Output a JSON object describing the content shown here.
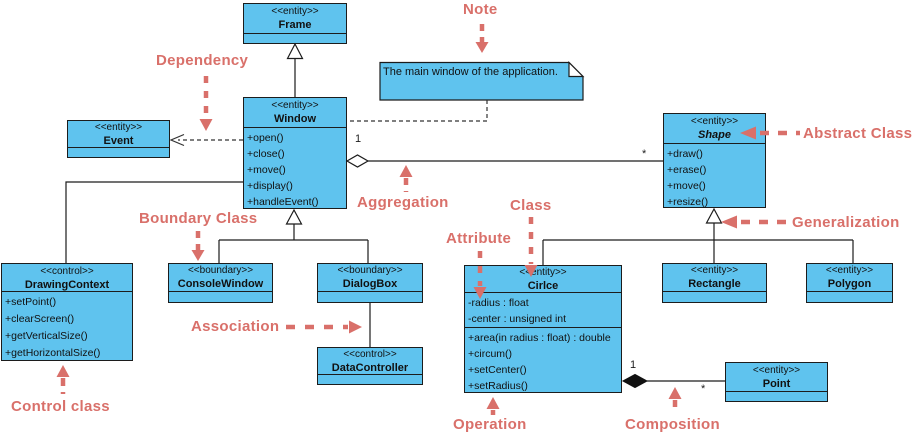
{
  "colors": {
    "class_fill": "#5FC3EE",
    "annotation_red": "#D9706A",
    "line": "#1c1c1c"
  },
  "classes": {
    "frame": {
      "stereotype": "<<entity>>",
      "name": "Frame"
    },
    "event": {
      "stereotype": "<<entity>>",
      "name": "Event"
    },
    "window": {
      "stereotype": "<<entity>>",
      "name": "Window",
      "operations": [
        "+open()",
        "+close()",
        "+move()",
        "+display()",
        "+handleEvent()"
      ]
    },
    "shape": {
      "stereotype": "<<entity>>",
      "name": "Shape",
      "operations": [
        "+draw()",
        "+erase()",
        "+move()",
        "+resize()"
      ]
    },
    "drawing_context": {
      "stereotype": "<<control>>",
      "name": "DrawingContext",
      "operations": [
        "+setPoint()",
        "+clearScreen()",
        "+getVerticalSize()",
        "+getHorizontalSize()"
      ]
    },
    "console_window": {
      "stereotype": "<<boundary>>",
      "name": "ConsoleWindow"
    },
    "dialog_box": {
      "stereotype": "<<boundary>>",
      "name": "DialogBox"
    },
    "data_controller": {
      "stereotype": "<<control>>",
      "name": "DataController"
    },
    "circle": {
      "stereotype": "<<entity>>",
      "name": "Cirlce",
      "attributes": [
        "-radius : float",
        "-center : unsigned int"
      ],
      "operations": [
        "+area(in radius : float) : double",
        "+circum()",
        "+setCenter()",
        "+setRadius()"
      ]
    },
    "rectangle": {
      "stereotype": "<<entity>>",
      "name": "Rectangle"
    },
    "polygon": {
      "stereotype": "<<entity>>",
      "name": "Polygon"
    },
    "point": {
      "stereotype": "<<entity>>",
      "name": "Point"
    }
  },
  "note": {
    "text": "The main window of the application."
  },
  "annotations": {
    "note": "Note",
    "dependency": "Dependency",
    "boundary_class": "Boundary Class",
    "aggregation": "Aggregation",
    "abstract_class": "Abstract Class",
    "generalization": "Generalization",
    "class": "Class",
    "attribute": "Attribute",
    "association": "Association",
    "control_class": "Control class",
    "operation": "Operation",
    "composition": "Composition"
  },
  "multiplicities": {
    "aggregation_source": "1",
    "aggregation_target": "*",
    "composition_source": "1",
    "composition_target": "*"
  }
}
